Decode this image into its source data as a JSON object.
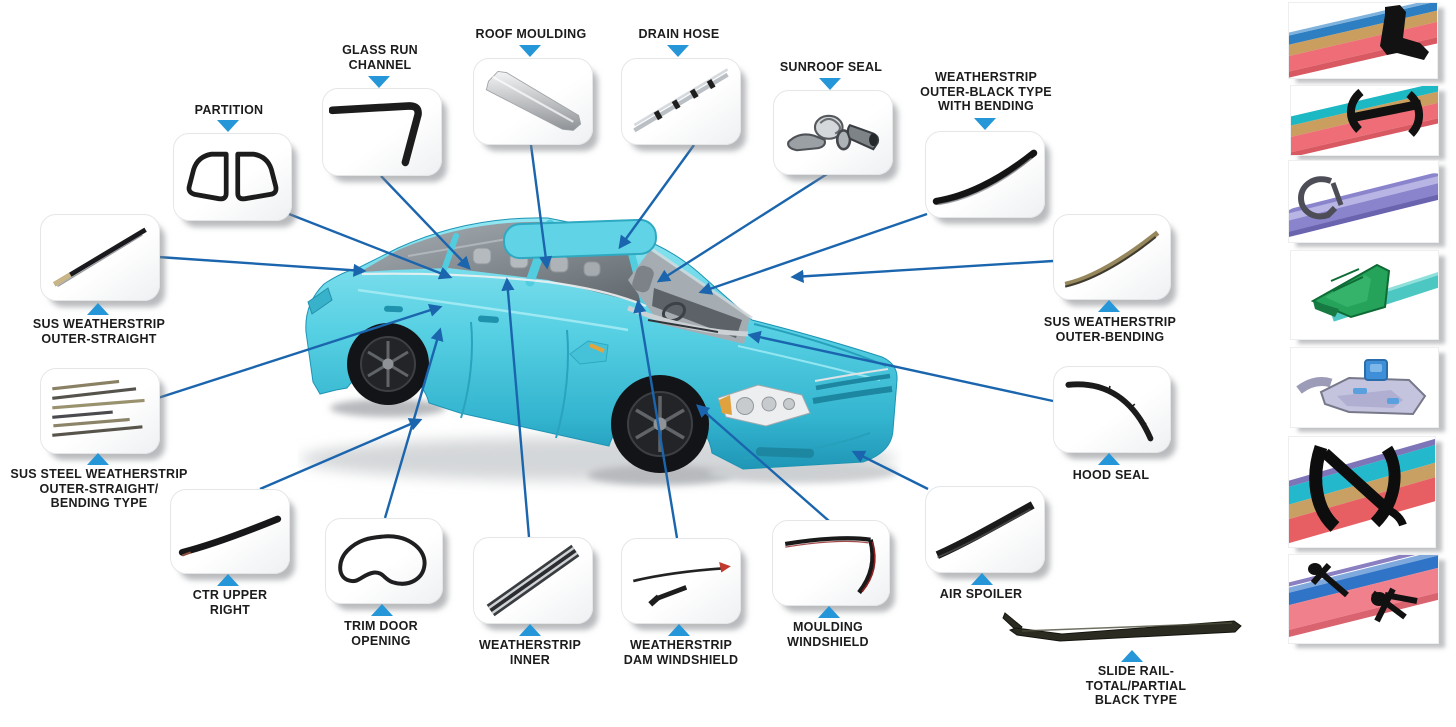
{
  "colors": {
    "connector_line": "#1a65ad",
    "pointer_triangle": "#2596d7",
    "label_text": "#1c1c1e",
    "card_background": "#fafbfc",
    "car_body": "#56d0e2"
  },
  "callouts": {
    "partition": {
      "lines": [
        "PARTITION"
      ]
    },
    "glass_run_channel": {
      "lines": [
        "GLASS RUN",
        "CHANNEL"
      ]
    },
    "roof_moulding": {
      "lines": [
        "ROOF MOULDING"
      ]
    },
    "drain_hose": {
      "lines": [
        "DRAIN HOSE"
      ]
    },
    "sunroof_seal": {
      "lines": [
        "SUNROOF SEAL"
      ]
    },
    "weatherstrip_outer_black": {
      "lines": [
        "WEATHERSTRIP",
        "OUTER-BLACK TYPE",
        "WITH BENDING"
      ]
    },
    "sus_weatherstrip_outer_straight": {
      "lines": [
        "SUS WEATHERSTRIP",
        "OUTER-STRAIGHT"
      ]
    },
    "sus_steel_weatherstrip": {
      "lines": [
        "SUS STEEL WEATHERSTRIP",
        "OUTER-STRAIGHT/",
        "BENDING TYPE"
      ]
    },
    "ctr_upper_right": {
      "lines": [
        "CTR UPPER",
        "RIGHT"
      ]
    },
    "trim_door_opening": {
      "lines": [
        "TRIM DOOR",
        "OPENING"
      ]
    },
    "weatherstrip_inner": {
      "lines": [
        "WEATHERSTRIP",
        "INNER"
      ]
    },
    "weatherstrip_dam_windshield": {
      "lines": [
        "WEATHERSTRIP",
        "DAM WINDSHIELD"
      ]
    },
    "moulding_windshield": {
      "lines": [
        "MOULDING",
        "WINDSHIELD"
      ]
    },
    "air_spoiler": {
      "lines": [
        "AIR SPOILER"
      ]
    },
    "sus_weatherstrip_outer_bending": {
      "lines": [
        "SUS WEATHERSTRIP",
        "OUTER-BENDING"
      ]
    },
    "hood_seal": {
      "lines": [
        "HOOD SEAL"
      ]
    },
    "slide_rail": {
      "lines": [
        "SLIDE RAIL-",
        "TOTAL/PARTIAL",
        "BLACK TYPE"
      ]
    }
  },
  "right_column_profiles": [
    {
      "name": "profile-clip-blue-tan-pink"
    },
    {
      "name": "profile-clip-teal-tan-pink"
    },
    {
      "name": "profile-purple-tube-with-clip"
    },
    {
      "name": "profile-green-wedge"
    },
    {
      "name": "profile-lavender-bracket-blue-clip"
    },
    {
      "name": "profile-black-clip-teal-tan-red"
    },
    {
      "name": "profile-black-clips-pink-blue"
    }
  ]
}
